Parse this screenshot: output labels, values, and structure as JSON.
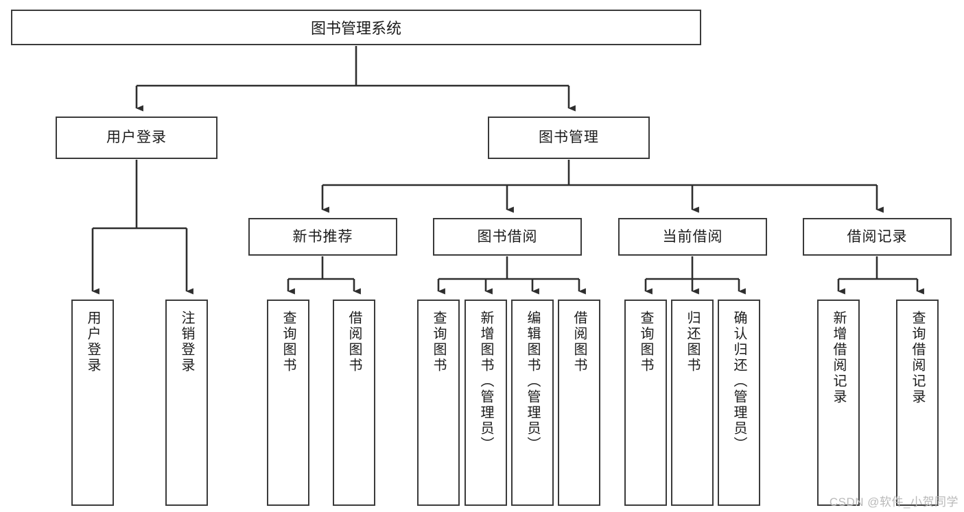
{
  "diagram": {
    "title": "图书管理系统",
    "type": "tree-hierarchy",
    "root": {
      "label": "图书管理系统"
    },
    "level2": [
      {
        "label": "用户登录"
      },
      {
        "label": "图书管理"
      }
    ],
    "level3": [
      {
        "label": "新书推荐"
      },
      {
        "label": "图书借阅"
      },
      {
        "label": "当前借阅"
      },
      {
        "label": "借阅记录"
      }
    ],
    "leaves": {
      "user_login": [
        {
          "label": "用户登录"
        },
        {
          "label": "注销登录"
        }
      ],
      "new_book_recommend": [
        {
          "label": "查询图书"
        },
        {
          "label": "借阅图书"
        }
      ],
      "book_borrow": [
        {
          "label": "查询图书"
        },
        {
          "label": "新增图书（管理员）"
        },
        {
          "label": "编辑图书（管理员）"
        },
        {
          "label": "借阅图书"
        }
      ],
      "current_borrow": [
        {
          "label": "查询图书"
        },
        {
          "label": "归还图书"
        },
        {
          "label": "确认归还（管理员）"
        }
      ],
      "borrow_record": [
        {
          "label": "新增借阅记录"
        },
        {
          "label": "查询借阅记录"
        }
      ]
    }
  },
  "watermark": {
    "text": "CSDN @软件_小贺同学"
  },
  "colors": {
    "stroke": "#3a3a3a",
    "fill": "#ffffff",
    "text": "#1b1b1b",
    "watermark": "#b9b9b9"
  }
}
